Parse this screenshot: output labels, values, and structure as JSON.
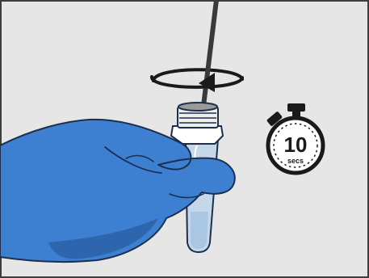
{
  "illustration": {
    "background_color": "#e6e6e6",
    "frame_color": "#3d3d3d",
    "glove_color": "#3d7fd0",
    "glove_shadow_color": "#2e66ad",
    "outline_color": "#1c2f4f",
    "tube_color": "#c5d8ea",
    "rotation_direction": "clockwise"
  },
  "timer": {
    "value": "10",
    "unit": "secs"
  }
}
